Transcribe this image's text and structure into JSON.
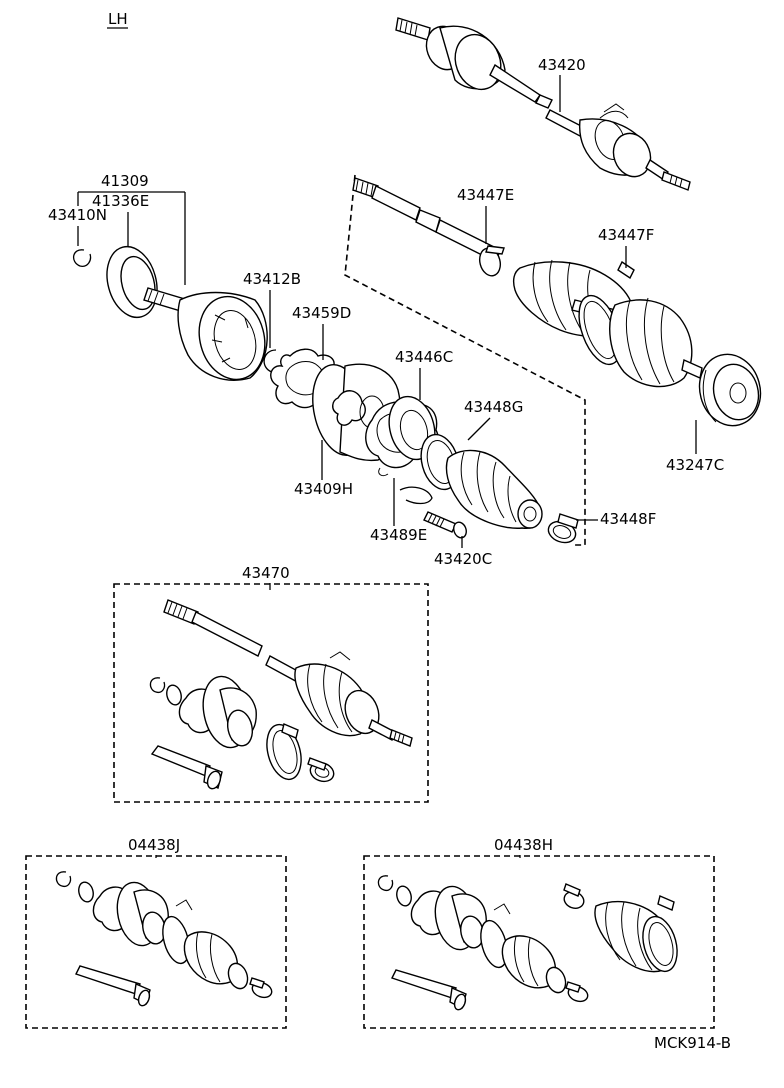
{
  "header": {
    "side_label": "LH"
  },
  "footer": {
    "drawing_code": "MCK914-B"
  },
  "labels": {
    "p43420": "43420",
    "p41309": "41309",
    "p41336E": "41336E",
    "p43410N": "43410N",
    "p43412B": "43412B",
    "p43459D": "43459D",
    "p43446C": "43446C",
    "p43448G": "43448G",
    "p43409H": "43409H",
    "p43489E": "43489E",
    "p43420C": "43420C",
    "p43448F": "43448F",
    "p43447E": "43447E",
    "p43447F": "43447F",
    "p43247C": "43247C",
    "p43470": "43470",
    "p04438J": "04438J",
    "p04438H": "04438H"
  }
}
